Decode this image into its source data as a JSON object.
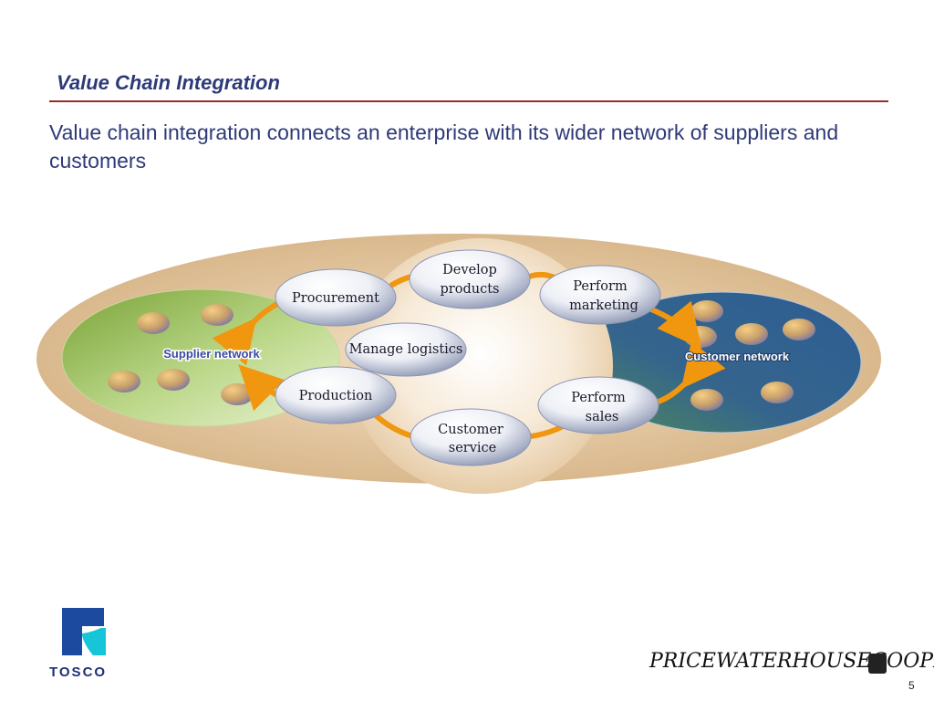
{
  "header": {
    "title": "Value Chain Integration",
    "subtitle": "Value chain integration connects an enterprise with its wider network of suppliers and customers"
  },
  "diagram": {
    "supplier_label": "Supplier network",
    "customer_label": "Customer network",
    "nodes": {
      "develop": [
        "Develop",
        "products"
      ],
      "marketing": [
        "Perform",
        "marketing"
      ],
      "procurement": [
        "Procurement"
      ],
      "logistics": [
        "Manage logistics"
      ],
      "production": [
        "Production"
      ],
      "sales": [
        "Perform",
        "sales"
      ],
      "service": [
        "Customer",
        "service"
      ]
    },
    "colors": {
      "outer_ellipse": "#d9b98e",
      "supplier": "#7ea83a",
      "customer": "#2f5e93",
      "arrows": "#f0960f",
      "title": "#2e3a78",
      "rule": "#9b2a2a"
    }
  },
  "footer": {
    "left_logo_text": "TOSCO",
    "right_logo_text": "PRICEWATERHOUSECOOPERS",
    "page_number": "5"
  }
}
